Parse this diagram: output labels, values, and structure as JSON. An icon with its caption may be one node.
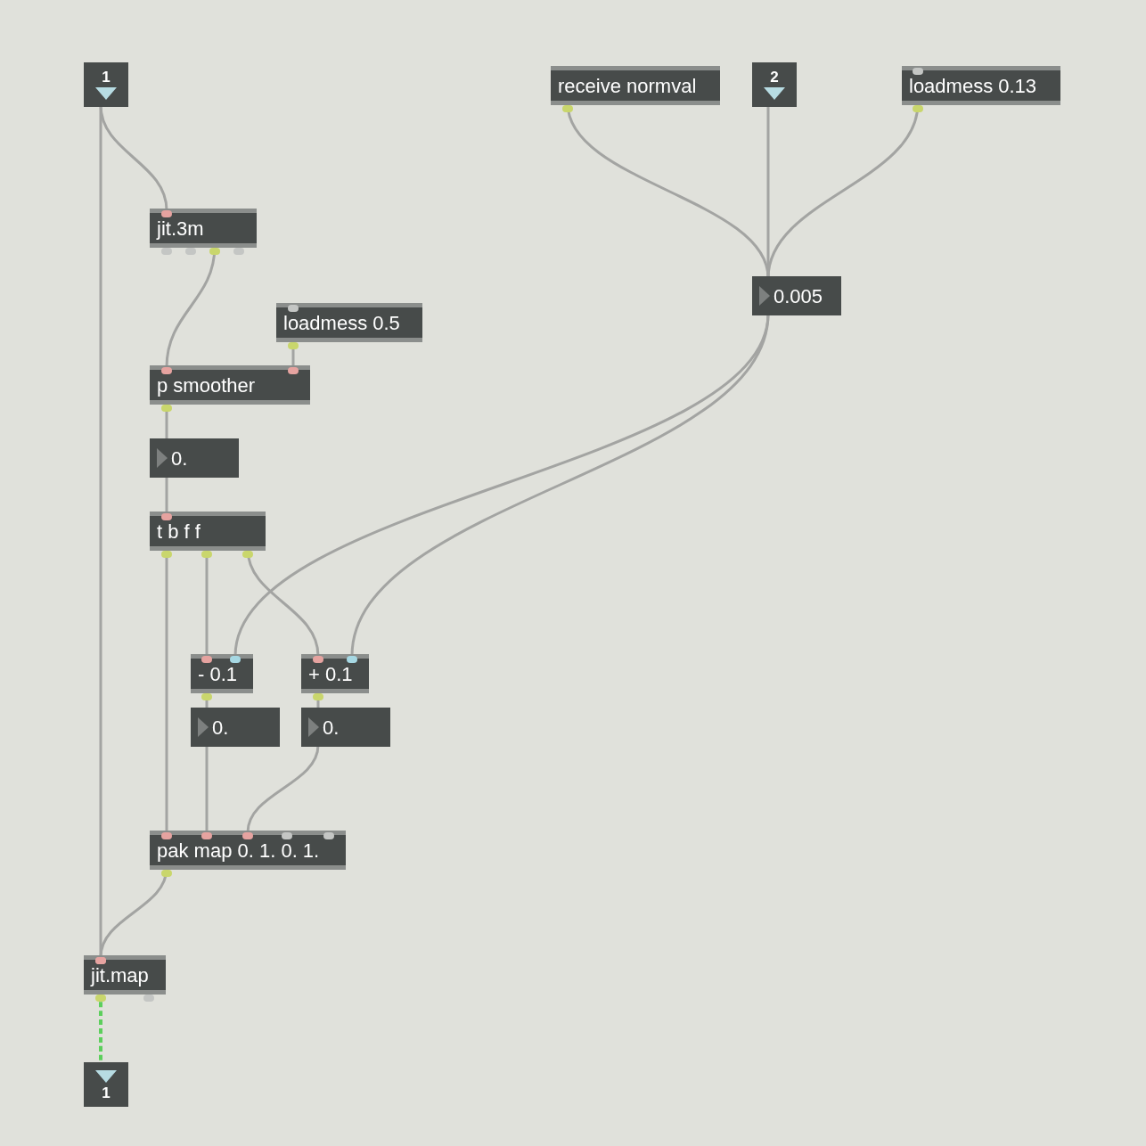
{
  "diagram": {
    "nodes": [
      {
        "text": [
          "1"
        ]
      },
      {
        "text": [
          "receive normval"
        ]
      },
      {
        "text": [
          "2"
        ]
      },
      {
        "text": [
          "loadmess 0.13"
        ]
      },
      {
        "text": [
          "jit.3m"
        ]
      },
      {
        "text": [
          "0.005"
        ]
      },
      {
        "text": [
          "loadmess 0.5"
        ]
      },
      {
        "text": [
          "p smoother"
        ]
      },
      {
        "text": [
          "0."
        ]
      },
      {
        "text": [
          "t b f f"
        ]
      },
      {
        "text": [
          "- 0.1"
        ]
      },
      {
        "text": [
          "+ 0.1"
        ]
      },
      {
        "text": [
          "0."
        ]
      },
      {
        "text": [
          "0."
        ]
      },
      {
        "text": [
          "pak map 0. 1. 0. 1."
        ]
      },
      {
        "text": [
          "jit.map"
        ]
      },
      {
        "text": [
          "1"
        ]
      }
    ],
    "edges": [
      {
        "from": 0,
        "to": 15,
        "arrow": "none"
      },
      {
        "from": 0,
        "to": 4,
        "arrow": "none"
      },
      {
        "from": 4,
        "to": 7,
        "arrow": "none"
      },
      {
        "from": 6,
        "to": 7,
        "arrow": "none"
      },
      {
        "from": 7,
        "to": 8,
        "arrow": "none"
      },
      {
        "from": 8,
        "to": 9,
        "arrow": "none"
      },
      {
        "from": 9,
        "to": 14,
        "arrow": "none"
      },
      {
        "from": 9,
        "to": 10,
        "arrow": "none"
      },
      {
        "from": 9,
        "to": 11,
        "arrow": "none"
      },
      {
        "from": 5,
        "to": 10,
        "arrow": "none"
      },
      {
        "from": 5,
        "to": 11,
        "arrow": "none"
      },
      {
        "from": 1,
        "to": 5,
        "arrow": "none"
      },
      {
        "from": 2,
        "to": 5,
        "arrow": "none"
      },
      {
        "from": 3,
        "to": 5,
        "arrow": "none"
      },
      {
        "from": 10,
        "to": 12,
        "arrow": "none"
      },
      {
        "from": 11,
        "to": 13,
        "arrow": "none"
      },
      {
        "from": 12,
        "to": 14,
        "arrow": "none"
      },
      {
        "from": 13,
        "to": 14,
        "arrow": "none"
      },
      {
        "from": 14,
        "to": 15,
        "arrow": "none"
      },
      {
        "from": 15,
        "to": 16,
        "arrow": "none",
        "style": "dashed",
        "color": "#5ccf5c"
      }
    ]
  }
}
